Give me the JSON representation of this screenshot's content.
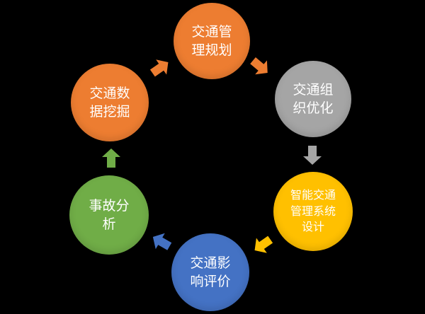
{
  "colors": {
    "background": "#000000",
    "orange": "#ED7D31",
    "gray": "#A5A5A5",
    "yellow": "#FFC000",
    "blue": "#4472C4",
    "green": "#70AD47"
  },
  "nodes": [
    {
      "id": "planning",
      "lines": [
        "交通管",
        "理规划"
      ],
      "color": "orange"
    },
    {
      "id": "org",
      "lines": [
        "交通组",
        "织优化"
      ],
      "color": "gray"
    },
    {
      "id": "its",
      "lines": [
        "智能交通",
        "管理系统",
        "设计"
      ],
      "color": "yellow"
    },
    {
      "id": "impact",
      "lines": [
        "交通影",
        "响评价"
      ],
      "color": "blue"
    },
    {
      "id": "accident",
      "lines": [
        "事故分",
        "析"
      ],
      "color": "green"
    },
    {
      "id": "mining",
      "lines": [
        "交通数",
        "据挖掘"
      ],
      "color": "orange"
    }
  ],
  "arrows": [
    {
      "id": "planning-to-org",
      "color": "orange",
      "icon": "arrow-right-down-icon"
    },
    {
      "id": "org-to-its",
      "color": "gray",
      "icon": "arrow-down-icon"
    },
    {
      "id": "its-to-impact",
      "color": "yellow",
      "icon": "arrow-left-down-icon"
    },
    {
      "id": "impact-to-accident",
      "color": "blue",
      "icon": "arrow-left-up-icon"
    },
    {
      "id": "accident-to-mining",
      "color": "green",
      "icon": "arrow-up-icon"
    },
    {
      "id": "mining-to-planning",
      "color": "orange",
      "icon": "arrow-right-up-icon"
    }
  ]
}
